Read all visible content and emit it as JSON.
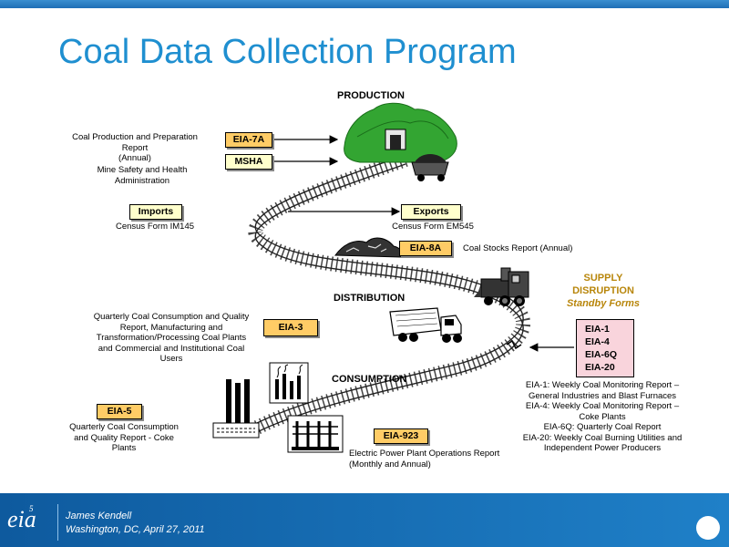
{
  "slide": {
    "title": "Coal Data Collection Program",
    "sections": {
      "production": "PRODUCTION",
      "distribution": "DISTRIBUTION",
      "consumption": "CONSUMPTION"
    },
    "forms": {
      "eia7a": "EIA-7A",
      "msha": "MSHA",
      "imports": "Imports",
      "exports": "Exports",
      "eia8a": "EIA-8A",
      "eia3": "EIA-3",
      "eia5": "EIA-5",
      "eia923": "EIA-923"
    },
    "captions": {
      "eia7a_line1": "Coal Production and Preparation",
      "eia7a_line2": "Report",
      "eia7a_line3": "(Annual)",
      "msha_line1": "Mine Safety and Health",
      "msha_line2": "Administration",
      "imports": "Census Form IM145",
      "exports": "Census Form EM545",
      "eia8a": "Coal Stocks Report (Annual)",
      "eia3_line1": "Quarterly Coal Consumption and Quality",
      "eia3_line2": "Report, Manufacturing and",
      "eia3_line3": "Transformation/Processing Coal Plants",
      "eia3_line4": "and Commercial and Institutional Coal",
      "eia3_line5": "Users",
      "eia5_line1": "Quarterly Coal Consumption",
      "eia5_line2": "and Quality Report - Coke",
      "eia5_line3": "Plants",
      "eia923_line1": "Electric Power Plant Operations Report",
      "eia923_line2": "(Monthly and Annual)"
    },
    "supply": {
      "line1": "SUPPLY",
      "line2": "DISRUPTION",
      "line3": "Standby Forms",
      "forms": [
        "EIA-1",
        "EIA-4",
        "EIA-6Q",
        "EIA-20"
      ],
      "desc": [
        "EIA-1: Weekly Coal Monitoring Report –",
        "General Industries and Blast Furnaces",
        "EIA-4: Weekly Coal Monitoring Report –",
        "Coke Plants",
        "EIA-6Q: Quarterly Coal Report",
        "EIA-20: Weekly Coal Burning Utilities and",
        "Independent Power Producers"
      ]
    },
    "footer": {
      "logo": "eia",
      "page_number": "5",
      "presenter": "James Kendell",
      "location_date": "Washington, DC, April 27, 2011"
    },
    "colors": {
      "title": "#1f8fd0",
      "form_box": "#ffffcc",
      "form_box_highlight": "#ffcc66",
      "standby_box": "#f9d4dc",
      "supply_text": "#b8860b",
      "footer": "#1565a8"
    }
  }
}
